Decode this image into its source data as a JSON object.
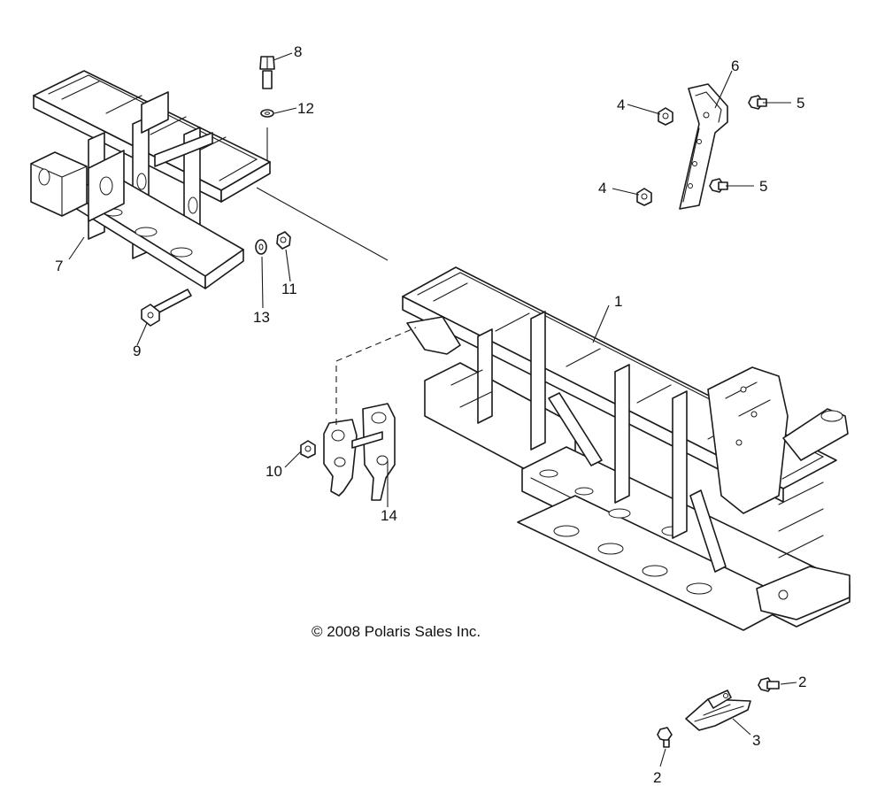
{
  "copyright": "© 2008 Polaris Sales Inc.",
  "callouts": {
    "c1": "1",
    "c2a": "2",
    "c2b": "2",
    "c3": "3",
    "c4a": "4",
    "c4b": "4",
    "c5a": "5",
    "c5b": "5",
    "c6": "6",
    "c7": "7",
    "c8": "8",
    "c9": "9",
    "c10": "10",
    "c11": "11",
    "c12": "12",
    "c13": "13",
    "c14": "14"
  }
}
